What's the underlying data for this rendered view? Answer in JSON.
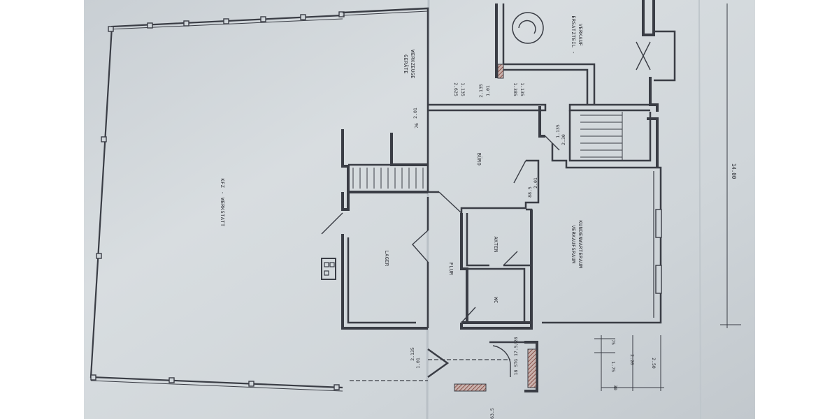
{
  "plan": {
    "rooms": {
      "werkstatt": "KFZ - WERKSTATT",
      "geraete_line1": "GERÄTE",
      "geraete_line2": "WERKZEUGE",
      "ersatzteil_line1": "ERSATZTEIL -",
      "ersatzteil_line2": "VERKAUF",
      "buero": "BÜRO",
      "lager": "LAGER",
      "flur": "FLUR",
      "akten": "AKTEN",
      "wc": "WC",
      "verkauf_line1": "VERKAUFSRAUM",
      "verkauf_line2": "KUNDENWARTERAUM"
    },
    "dimensions": {
      "d_2625": "2.625",
      "d_1135a": "1.135",
      "d_2135a": "2.135",
      "d_101a": "1.01",
      "d_1385": "1.385",
      "d_1135b": "1.135",
      "d_76": "76",
      "d_201a": "2.01",
      "d_1135c": "1.135",
      "d_230": "2.30",
      "d_885": "88.5",
      "d_201b": "2.01",
      "d_2135b": "2.135",
      "d_101b": "1.01",
      "stair": "18 STG  17.5/28",
      "d_1400": "14.00",
      "d_75": "75",
      "d_175": "1.75",
      "d_220": "2.20",
      "d_250": "2.50",
      "d_30": "30",
      "d_635": "63.5"
    }
  },
  "colors": {
    "paper": "#d0d6da",
    "ink": "#3a3d45",
    "hatch": "#7a3a32"
  }
}
